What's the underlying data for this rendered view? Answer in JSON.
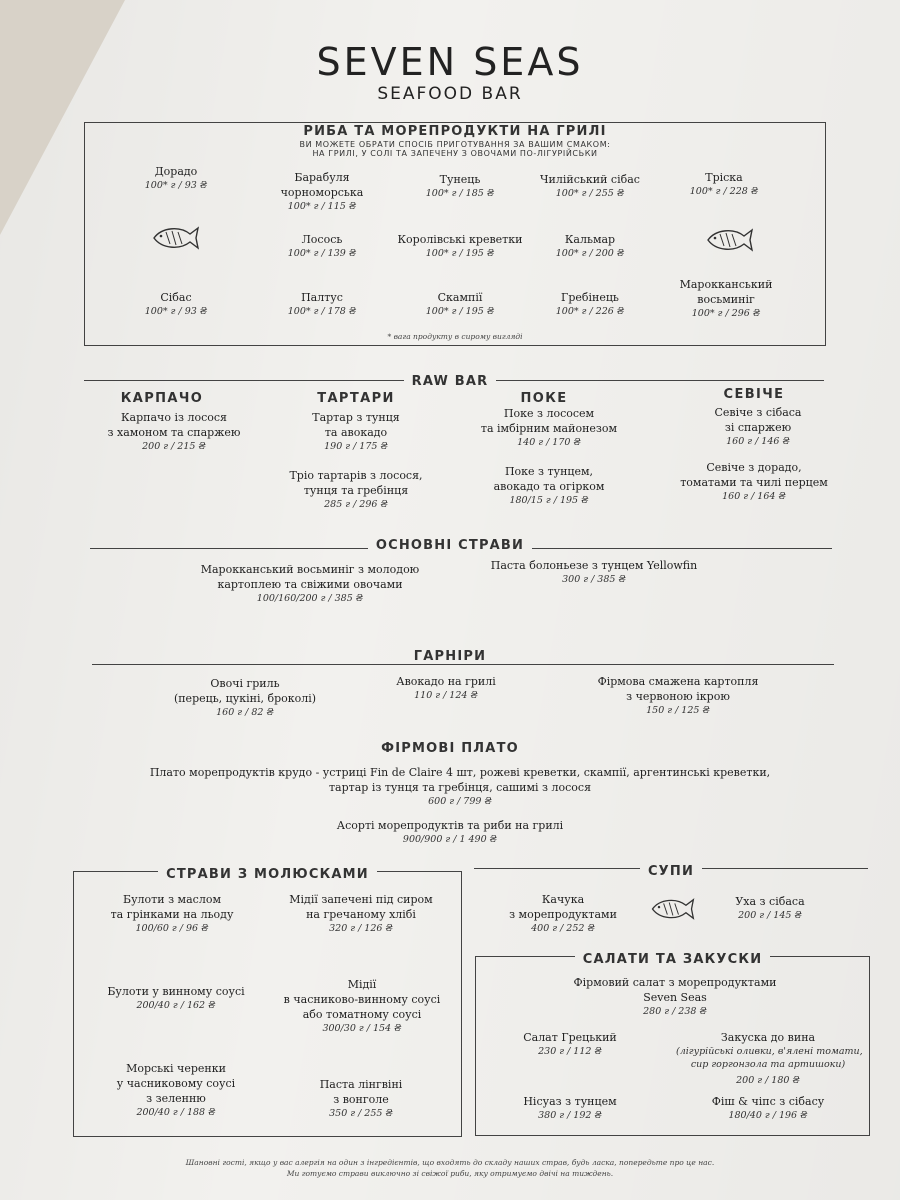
{
  "header": {
    "brand": "SEVEN SEAS",
    "subtitle": "SEAFOOD BAR"
  },
  "grill": {
    "title": "РИБА ТА МОРЕПРОДУКТИ НА ГРИЛІ",
    "desc1": "ВИ МОЖЕТЕ ОБРАТИ СПОСІБ ПРИГОТУВАННЯ ЗА ВАШИМ СМАКОМ:",
    "desc2": "НА ГРИЛІ, У СОЛІ ТА ЗАПЕЧЕНУ З ОВОЧАМИ ПО-ЛІГУРІЙСЬКИ",
    "items": [
      {
        "name": "Дорадо",
        "price": "100* г / 93 ₴"
      },
      {
        "name": "Барабуля",
        "name2": "чорноморська",
        "price": "100* г / 115 ₴"
      },
      {
        "name": "Тунець",
        "price": "100* г / 185 ₴"
      },
      {
        "name": "Чилійський сібас",
        "price": "100* г / 255 ₴"
      },
      {
        "name": "Тріска",
        "price": "100* г / 228 ₴"
      },
      {
        "name": "Лосось",
        "price": "100* г / 139 ₴"
      },
      {
        "name": "Королівські креветки",
        "price": "100* г / 195 ₴"
      },
      {
        "name": "Кальмар",
        "price": "100* г / 200 ₴"
      },
      {
        "name": "Сібас",
        "price": "100* г / 93 ₴"
      },
      {
        "name": "Палтус",
        "price": "100* г / 178 ₴"
      },
      {
        "name": "Скампії",
        "price": "100* г / 195 ₴"
      },
      {
        "name": "Гребінець",
        "price": "100* г / 226 ₴"
      },
      {
        "name": "Марокканський",
        "name2": "восьминіг",
        "price": "100* г / 296 ₴"
      }
    ],
    "note": "* вага продукту в сирому вигляді"
  },
  "raw": {
    "title": "RAW BAR",
    "cats": [
      "КАРПАЧО",
      "ТАРТАРИ",
      "ПОКЕ",
      "СЕВІЧЕ"
    ],
    "items": [
      {
        "l1": "Карпачо із лосося",
        "l2": "з хамоном та спаржею",
        "price": "200 г / 215 ₴"
      },
      {
        "l1": "Тартар з тунця",
        "l2": "та авокадо",
        "price": "190 г / 175 ₴"
      },
      {
        "l1": "Тріо тартарів з лосося,",
        "l2": "тунця та гребінця",
        "price": "285 г / 296 ₴"
      },
      {
        "l1": "Поке з лососем",
        "l2": "та імбірним майонезом",
        "price": "140 г / 170 ₴"
      },
      {
        "l1": "Поке з тунцем,",
        "l2": "авокадо та огірком",
        "price": "180/15 г / 195 ₴"
      },
      {
        "l1": "Севіче з сібаса",
        "l2": "зі спаржею",
        "price": "160 г / 146 ₴"
      },
      {
        "l1": "Севіче з дорадо,",
        "l2": "томатами та чилі перцем",
        "price": "160 г / 164 ₴"
      }
    ]
  },
  "mains": {
    "title": "ОСНОВНІ СТРАВИ",
    "items": [
      {
        "l1": "Марокканський восьминіг з молодою",
        "l2": "картоплею та свіжими овочами",
        "price": "100/160/200 г / 385 ₴"
      },
      {
        "l1": "Паста болоньезе з тунцем Yellowfin",
        "price": "300 г / 385 ₴"
      }
    ]
  },
  "sides": {
    "title": "ГАРНІРИ",
    "items": [
      {
        "l1": "Овочі гриль",
        "l2": "(перець, цукіні, броколі)",
        "price": "160 г / 82 ₴"
      },
      {
        "l1": "Авокадо на грилі",
        "price": "110 г / 124 ₴"
      },
      {
        "l1": "Фірмова смажена картопля",
        "l2": "з червоною ікрою",
        "price": "150 г / 125 ₴"
      }
    ]
  },
  "plato": {
    "title": "ФІРМОВІ ПЛАТО",
    "items": [
      {
        "l1": "Плато морепродуктів крудо - устриці Fin de Claire 4 шт, рожеві креветки, скампії, аргентинські креветки,",
        "l2": "тартар із тунця та гребінця, сашимі з лосося",
        "price": "600 г / 799 ₴"
      },
      {
        "l1": "Асорті морепродуктів та риби на грилі",
        "price": "900/900 г / 1 490 ₴"
      }
    ]
  },
  "mollusks": {
    "title": "СТРАВИ З МОЛЮСКАМИ",
    "items": [
      {
        "l1": "Булоти з маслом",
        "l2": "та грінками на льоду",
        "price": "100/60 г / 96 ₴"
      },
      {
        "l1": "Мідії запечені під сиром",
        "l2": "на гречаному хлібі",
        "price": "320 г / 126 ₴"
      },
      {
        "l1": "Булоти у винному соусі",
        "price": "200/40 г / 162 ₴"
      },
      {
        "l1": "Мідії",
        "l2": "в часниково-винному соусі",
        "l3": "або томатному соусі",
        "price": "300/30 г / 154 ₴"
      },
      {
        "l1": "Морські черенки",
        "l2": "у часниковому соусі",
        "l3": "з зеленню",
        "price": "200/40 г / 188 ₴"
      },
      {
        "l1": "Паста лінгвіні",
        "l2": "з вонголе",
        "price": "350 г / 255 ₴"
      }
    ]
  },
  "soups": {
    "title": "СУПИ",
    "items": [
      {
        "l1": "Качука",
        "l2": "з морепродуктами",
        "price": "400 г / 252 ₴"
      },
      {
        "l1": "Уха з сібаса",
        "price": "200 г / 145 ₴"
      }
    ]
  },
  "salads": {
    "title": "САЛАТИ ТА ЗАКУСКИ",
    "items": [
      {
        "l1": "Фірмовий салат з морепродуктами",
        "l2": "Seven Seas",
        "price": "280 г / 238 ₴"
      },
      {
        "l1": "Салат Грецький",
        "price": "230 г / 112 ₴"
      },
      {
        "l1": "Закуска до вина",
        "d1": "(лігурійські оливки, в'ялені томати,",
        "d2": "сир горгонзола та артишоки)",
        "price": "200 г / 180 ₴"
      },
      {
        "l1": "Нісуаз з тунцем",
        "price": "380 г / 192 ₴"
      },
      {
        "l1": "Фіш & чіпс з сібасу",
        "price": "180/40 г / 196 ₴"
      }
    ]
  },
  "footer": {
    "l1": "Шановні гості, якщо у вас алергія на один з інгредієнтів, що входять до складу наших страв, будь ласка, попередьте про це нас.",
    "l2": "Ми готуємо страви виключно зі свіжої риби, яку отримуємо двічі на тиждень."
  }
}
